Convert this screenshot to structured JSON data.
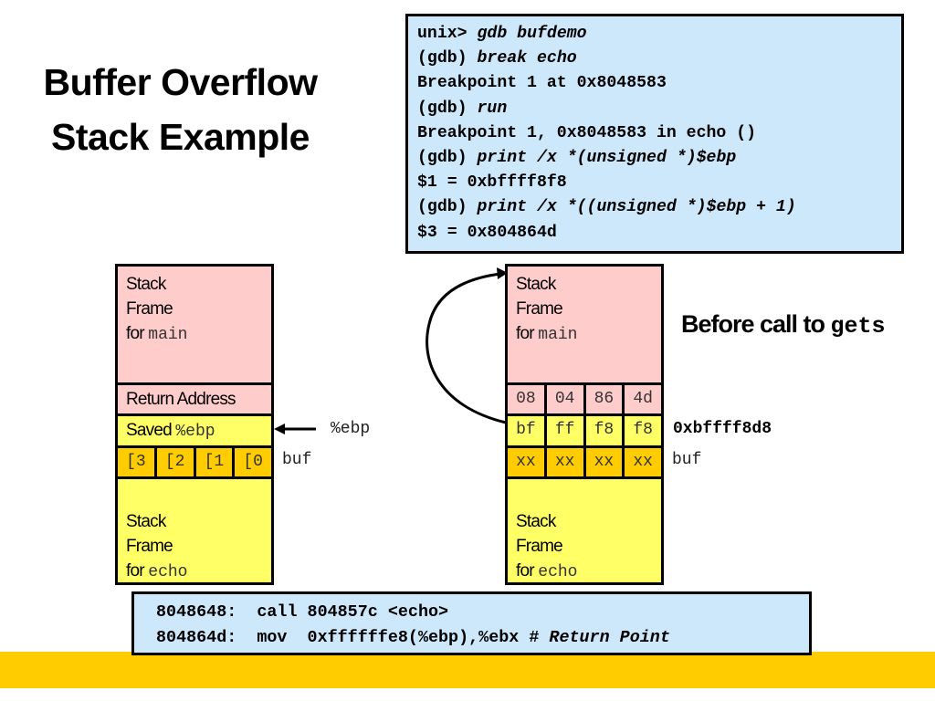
{
  "title": {
    "line1": "Buffer Overflow",
    "line2": "Stack Example"
  },
  "gdb_session": {
    "lines": [
      {
        "prefix": "unix> ",
        "cmd": "gdb bufdemo"
      },
      {
        "prefix": "(gdb) ",
        "cmd": "break echo"
      },
      {
        "prefix": "Breakpoint 1 at 0x8048583",
        "cmd": ""
      },
      {
        "prefix": "(gdb) ",
        "cmd": "run"
      },
      {
        "prefix": "Breakpoint 1, 0x8048583 in echo ()",
        "cmd": ""
      },
      {
        "prefix": "(gdb) ",
        "cmd": "print /x *(unsigned *)$ebp"
      },
      {
        "prefix": "$1 = 0xbffff8f8",
        "cmd": ""
      },
      {
        "prefix": "(gdb) ",
        "cmd": "print /x *((unsigned *)$ebp + 1)"
      },
      {
        "prefix": "$3 = 0x804864d",
        "cmd": ""
      }
    ]
  },
  "left_stack": {
    "main_frame": {
      "line1": "Stack",
      "line2": "Frame",
      "for": "for ",
      "func": "main"
    },
    "return_address": "Return Address",
    "saved_ebp": {
      "label": "Saved ",
      "reg": "%ebp"
    },
    "buf_cells": [
      "[3",
      "[2",
      "[1",
      "[0"
    ],
    "echo_frame": {
      "line1": "Stack",
      "line2": "Frame",
      "for": "for ",
      "func": "echo"
    },
    "ebp_pointer_label": "%ebp",
    "buf_label": "buf"
  },
  "right_stack": {
    "main_frame": {
      "line1": "Stack",
      "line2": "Frame",
      "for": "for ",
      "func": "main"
    },
    "return_bytes": [
      "08",
      "04",
      "86",
      "4d"
    ],
    "ebp_bytes": [
      "bf",
      "ff",
      "f8",
      "f8"
    ],
    "buf_bytes": [
      "xx",
      "xx",
      "xx",
      "xx"
    ],
    "echo_frame": {
      "line1": "Stack",
      "line2": "Frame",
      "for": "for ",
      "func": "echo"
    },
    "ebp_address": "0xbffff8d8",
    "buf_label": "buf"
  },
  "caption": {
    "text": "Before call to ",
    "func": "gets"
  },
  "assembly": {
    "lines": [
      {
        "code": "8048648:  call 804857c <echo>",
        "comment": ""
      },
      {
        "code": "804864d:  mov  0xffffffe8(%ebp),%ebx # ",
        "comment": "Return Point"
      }
    ]
  },
  "colors": {
    "code_bg": "#cce8fa",
    "frame_main": "#ffcccc",
    "frame_echo": "#ffff66",
    "buffer": "#ffcc00",
    "footer_bar": "#ffcc00"
  }
}
